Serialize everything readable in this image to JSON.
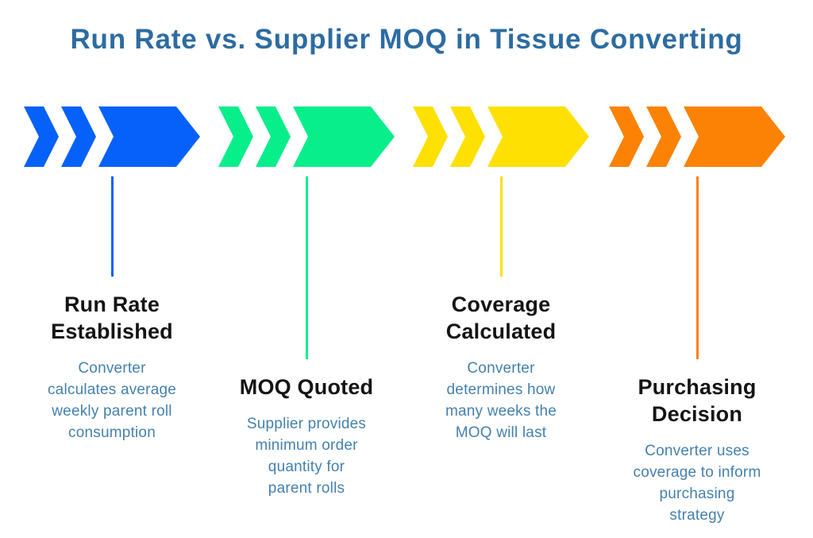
{
  "title": "Run Rate vs. Supplier MOQ in Tissue Converting",
  "colors": {
    "title": "#2D6CA1",
    "heading": "#141414",
    "body": "#4581AE",
    "background": "#FFFFFF"
  },
  "steps": [
    {
      "label": "Run Rate\nEstablished",
      "description": "Converter\ncalculates average\nweekly parent roll\nconsumption",
      "color": "#0561F9",
      "color_name": "blue"
    },
    {
      "label": "MOQ Quoted",
      "description": "Supplier provides\nminimum order\nquantity for\nparent rolls",
      "color": "#07EE8B",
      "color_name": "green"
    },
    {
      "label": "Coverage\nCalculated",
      "description": "Converter\ndetermines how\nmany weeks the\nMOQ will last",
      "color": "#FFE003",
      "color_name": "yellow"
    },
    {
      "label": "Purchasing\nDecision",
      "description": "Converter uses\ncoverage to inform\npurchasing\nstrategy",
      "color": "#FB8205",
      "color_name": "orange"
    }
  ]
}
